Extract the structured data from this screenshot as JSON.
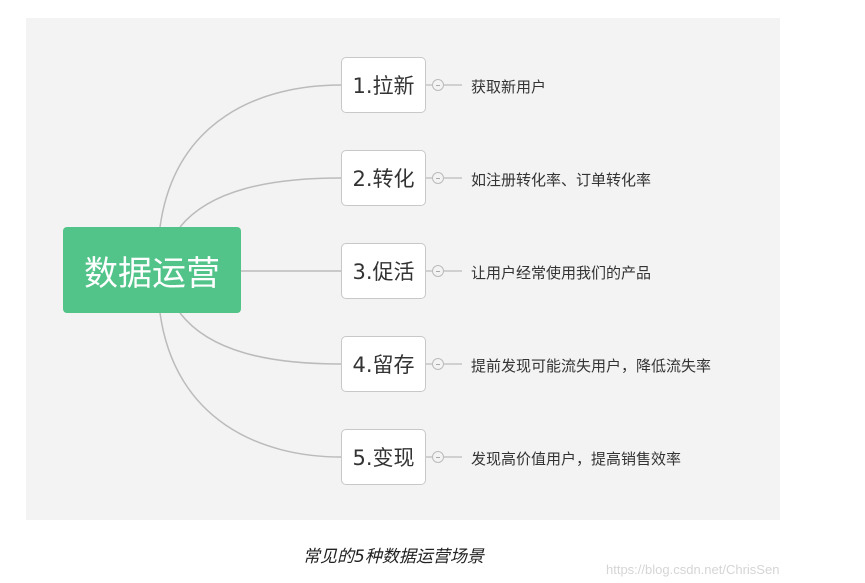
{
  "root": {
    "label": "数据运营"
  },
  "branches": [
    {
      "label": "1.拉新",
      "detail": "获取新用户"
    },
    {
      "label": "2.转化",
      "detail": "如注册转化率、订单转化率"
    },
    {
      "label": "3.促活",
      "detail": "让用户经常使用我们的产品"
    },
    {
      "label": "4.留存",
      "detail": "提前发现可能流失用户，降低流失率"
    },
    {
      "label": "5.变现",
      "detail": "发现高价值用户，提高销售效率"
    }
  ],
  "caption": "常见的5种数据运营场景",
  "watermark": "https://blog.csdn.net/ChrisSen",
  "colors": {
    "root": "#52c48a",
    "background": "#f3f3f3",
    "connector": "#bbbbbb"
  }
}
